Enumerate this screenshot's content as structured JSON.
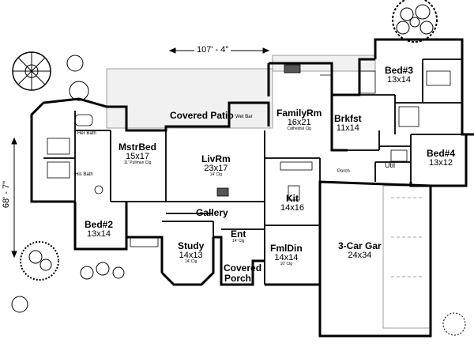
{
  "overall": {
    "width_label": "107' - 4\"",
    "depth_label": "68' - 7\""
  },
  "rooms": {
    "bed3": {
      "name": "Bed#3",
      "size": "13x14"
    },
    "family": {
      "name": "FamilyRm",
      "size": "16x21",
      "note": "Cathedral Clg"
    },
    "brkfst": {
      "name": "Brkfst",
      "size": "11x14"
    },
    "patio": {
      "name": "Covered Patio"
    },
    "mstr": {
      "name": "MstrBed",
      "size": "15x17",
      "note": "11' Pullman Clg"
    },
    "living": {
      "name": "LivRm",
      "size": "23x17",
      "note": "14' Clg"
    },
    "kit": {
      "name": "Kit",
      "size": "14x16"
    },
    "bed4": {
      "name": "Bed#4",
      "size": "13x12"
    },
    "bed2": {
      "name": "Bed#2",
      "size": "13x14"
    },
    "gallery": {
      "name": "Gallery"
    },
    "garage": {
      "name": "3-Car Gar",
      "size": "24x34"
    },
    "study": {
      "name": "Study",
      "size": "14x13",
      "note": "14' Clg"
    },
    "ent": {
      "name": "Ent",
      "note": "14' Clg"
    },
    "fmldin": {
      "name": "FmlDin",
      "size": "14x14",
      "note": "10' Clg"
    },
    "porch": {
      "name": "Covered Porch"
    }
  },
  "small_labels": {
    "her_bath": "Her Bath",
    "his_bath": "His Bath",
    "wet_bar": "Wet Bar",
    "util": "Util",
    "porch_small": "Porch"
  }
}
